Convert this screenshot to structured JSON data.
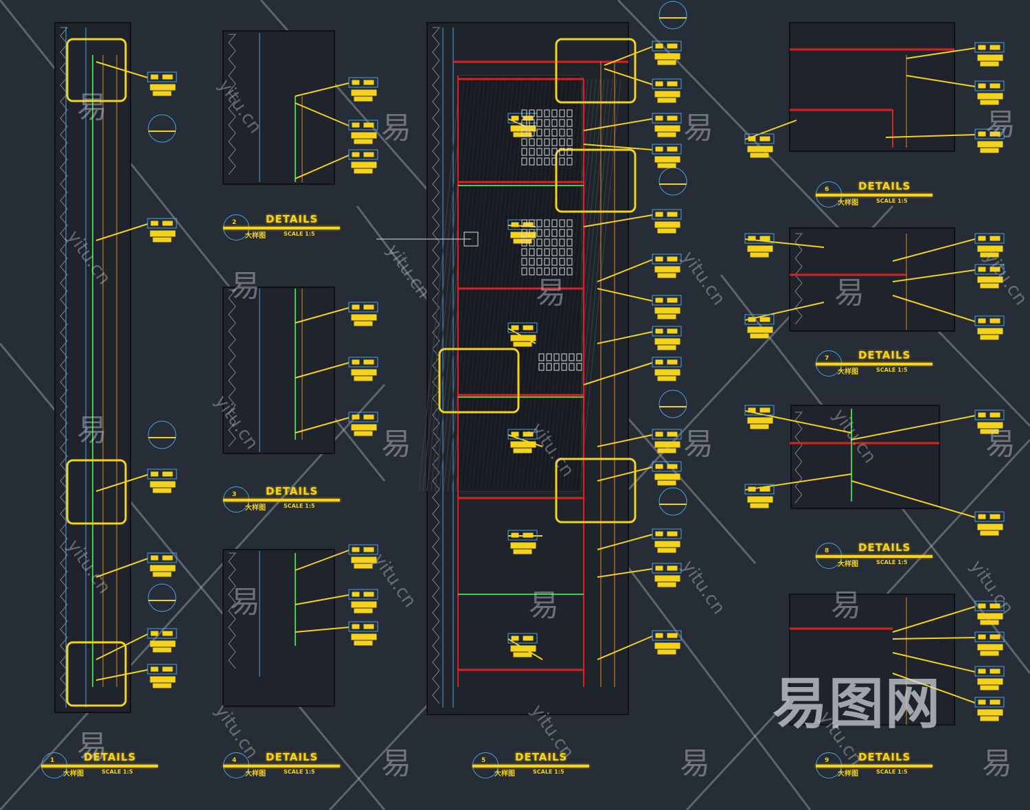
{
  "drawing": {
    "details": [
      {
        "id": "left-tall",
        "title": "DETAILS",
        "subtitle": "大样图",
        "scale": "SCALE 1:5",
        "marker": "1"
      },
      {
        "id": "small-1",
        "title": "DETAILS",
        "subtitle": "大样图",
        "scale": "SCALE 1:5",
        "marker": "2"
      },
      {
        "id": "small-2",
        "title": "DETAILS",
        "subtitle": "大样图",
        "scale": "SCALE 1:5",
        "marker": "3"
      },
      {
        "id": "small-3",
        "title": "DETAILS",
        "subtitle": "大样图",
        "scale": "SCALE 1:5",
        "marker": "4"
      },
      {
        "id": "center-tall",
        "title": "DETAILS",
        "subtitle": "大样图",
        "scale": "SCALE 1:5",
        "marker": "5"
      },
      {
        "id": "right-1",
        "title": "DETAILS",
        "subtitle": "大样图",
        "scale": "SCALE 1:5",
        "marker": "6"
      },
      {
        "id": "right-2",
        "title": "DETAILS",
        "subtitle": "大样图",
        "scale": "SCALE 1:5",
        "marker": "7"
      },
      {
        "id": "right-3",
        "title": "DETAILS",
        "subtitle": "大样图",
        "scale": "SCALE 1:5",
        "marker": "8"
      },
      {
        "id": "right-4",
        "title": "DETAILS",
        "subtitle": "大样图",
        "scale": "SCALE 1:5",
        "marker": "9"
      }
    ]
  },
  "watermark": {
    "char": "易",
    "site": "yitu.cn",
    "logo": "易图网"
  },
  "colors": {
    "background": "#272d37",
    "annotation": "#f5d31a",
    "tag": "#4aa3e0",
    "red": "#e02020",
    "green": "#3fcf4f"
  }
}
